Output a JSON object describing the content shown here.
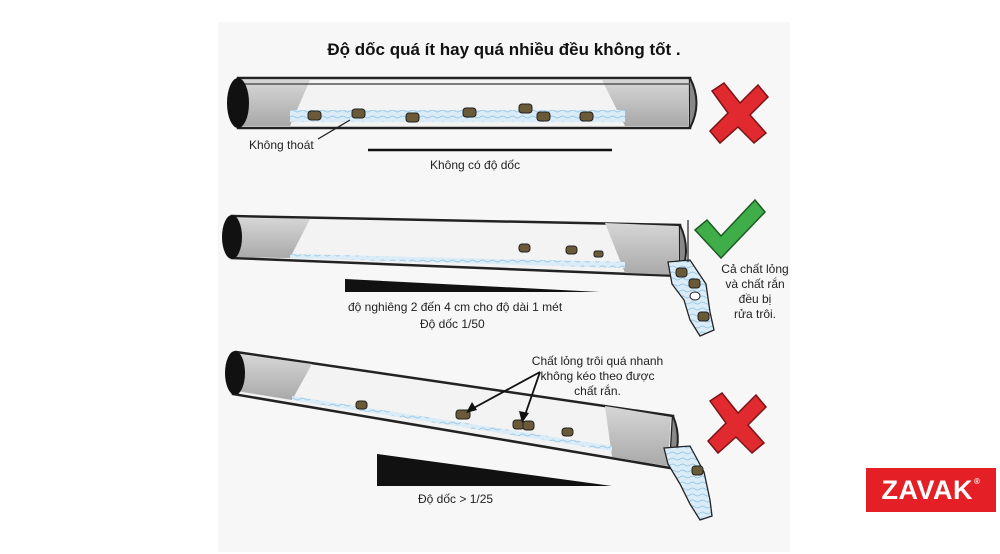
{
  "title": "Độ dốc quá ít hay quá nhiều đều không tốt .",
  "panel1": {
    "label_left": "Không thoát",
    "label_bottom": "Không có độ dốc",
    "verdict_icon": "cross-icon"
  },
  "panel2": {
    "label_line1": "độ nghiêng 2 đến 4 cm cho độ dài 1 mét",
    "label_line2": "Độ dốc 1/50",
    "side_note": [
      "Cả chất lỏng",
      "và chất rắn",
      "đều bị",
      "rửa trôi."
    ],
    "verdict_icon": "check-icon"
  },
  "panel3": {
    "callout": [
      "Chất lỏng trôi quá nhanh",
      "không kéo theo được",
      "chất rắn."
    ],
    "label_bottom": "Độ dốc > 1/25",
    "verdict_icon": "cross-icon"
  },
  "logo": {
    "text": "ZAVAK",
    "mark": "®"
  },
  "colors": {
    "check": "#3fae49",
    "cross": "#e02a2f",
    "water": "#cfe6f5",
    "solid": "#6b5a37",
    "pipe": "#c9c9c9",
    "brand": "#e41f25"
  }
}
